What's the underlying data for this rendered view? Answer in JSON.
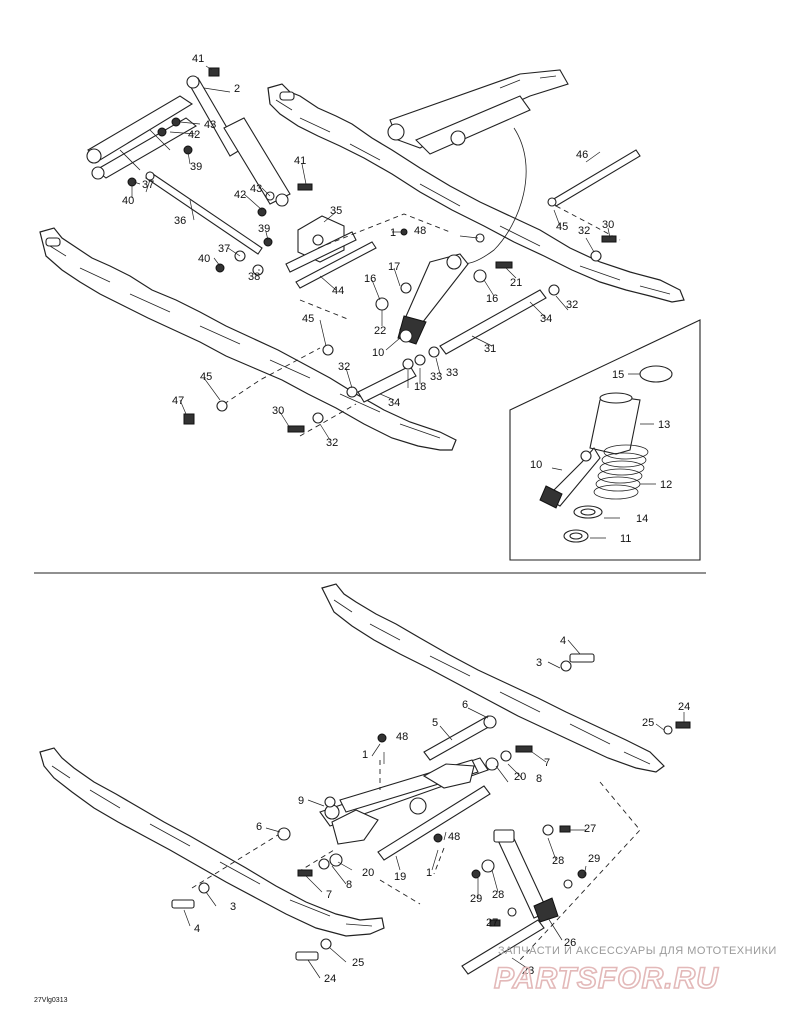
{
  "figure_code": "27Vlg0313",
  "watermark": {
    "tagline": "ЗАПЧАСТИ И АКСЕССУАРЫ ДЛЯ МОТОТЕХНИКИ",
    "brand": "PARTSFOR.RU"
  },
  "top_assembly": {
    "labels": [
      "41",
      "2",
      "43",
      "42",
      "39",
      "41",
      "43",
      "42",
      "37",
      "40",
      "36",
      "35",
      "1",
      "48",
      "39",
      "37",
      "40",
      "38",
      "44",
      "17",
      "16",
      "22",
      "10",
      "45",
      "46",
      "45",
      "32",
      "30",
      "21",
      "16",
      "32",
      "34",
      "31",
      "33",
      "18",
      "33",
      "32",
      "34",
      "45",
      "47",
      "30",
      "32"
    ],
    "inset_labels": [
      "15",
      "13",
      "10",
      "12",
      "14",
      "11"
    ]
  },
  "bottom_assembly": {
    "labels": [
      "4",
      "3",
      "24",
      "25",
      "6",
      "5",
      "48",
      "1",
      "7",
      "20",
      "8",
      "9",
      "6",
      "20",
      "8",
      "7",
      "19",
      "1",
      "48",
      "27",
      "28",
      "29",
      "29",
      "28",
      "27",
      "26",
      "3",
      "4",
      "25",
      "24",
      "23"
    ]
  }
}
